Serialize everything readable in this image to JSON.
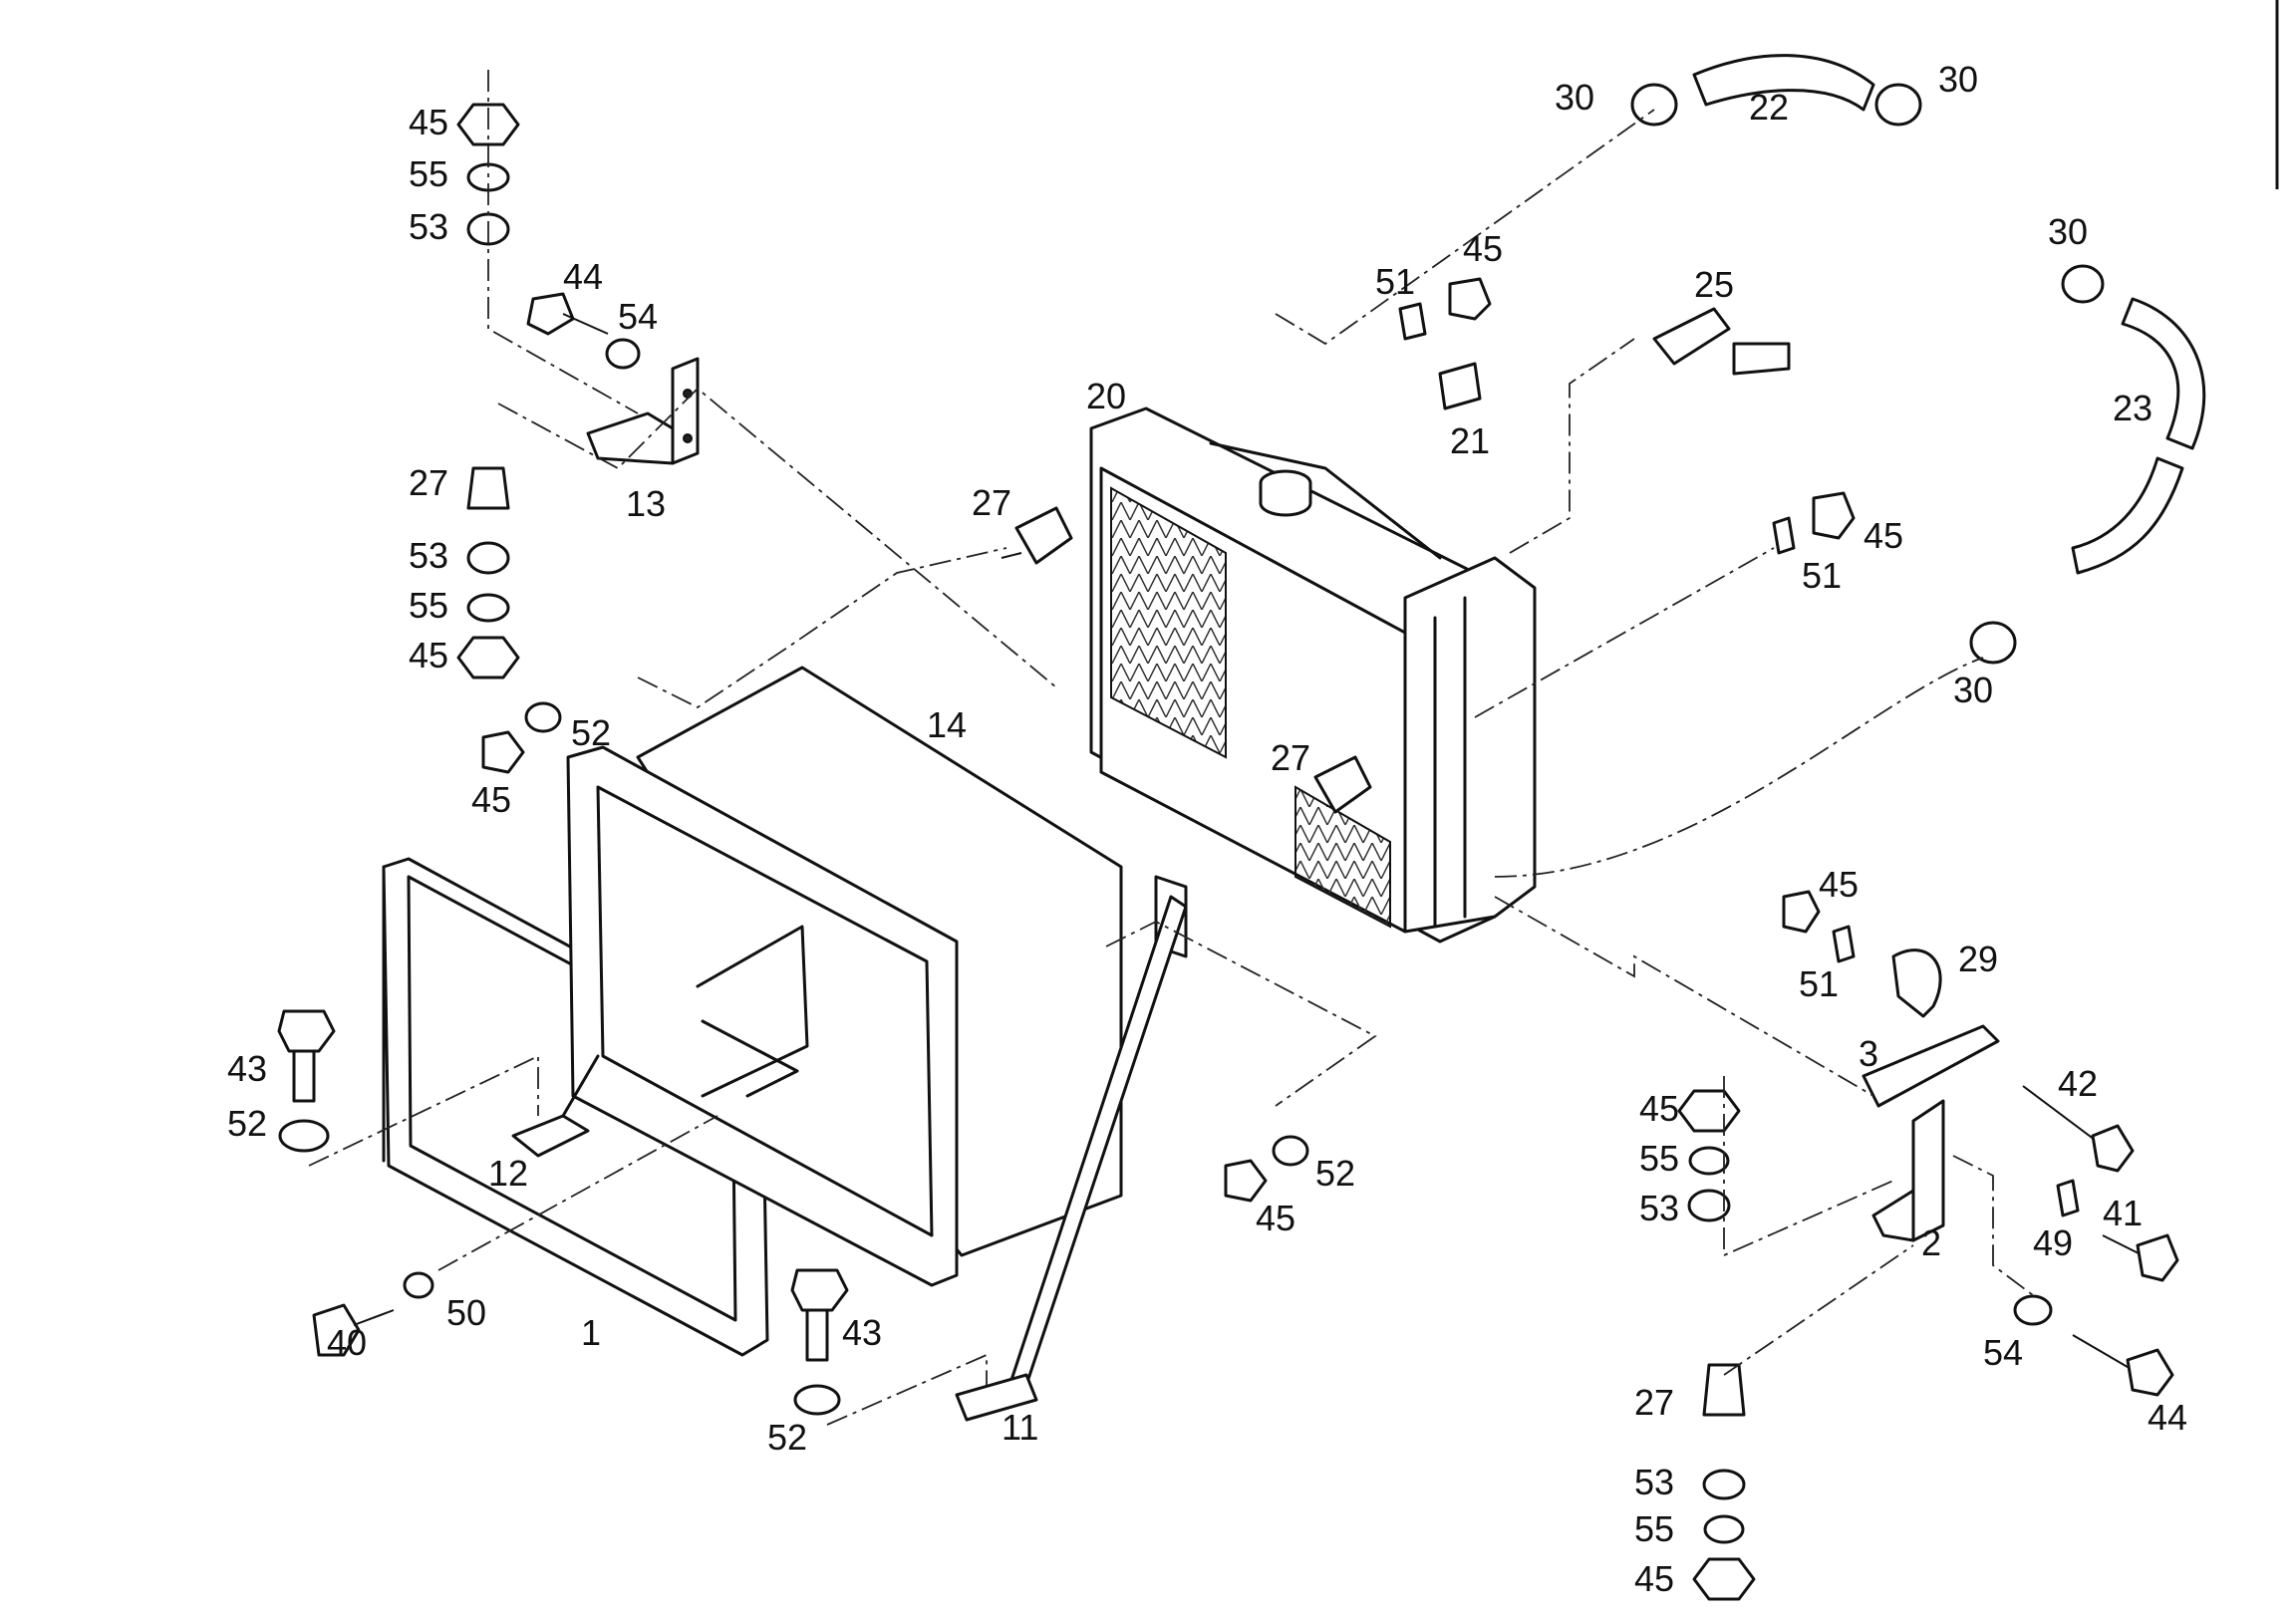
{
  "diagram": {
    "labels": [
      {
        "id": "p45-a",
        "text": "45"
      },
      {
        "id": "p55-a",
        "text": "55"
      },
      {
        "id": "p53-a",
        "text": "53"
      },
      {
        "id": "p44-a",
        "text": "44"
      },
      {
        "id": "p54-a",
        "text": "54"
      },
      {
        "id": "p13",
        "text": "13"
      },
      {
        "id": "p27-a",
        "text": "27"
      },
      {
        "id": "p53-b",
        "text": "53"
      },
      {
        "id": "p55-b",
        "text": "55"
      },
      {
        "id": "p45-b",
        "text": "45"
      },
      {
        "id": "p52-a",
        "text": "52"
      },
      {
        "id": "p45-c",
        "text": "45"
      },
      {
        "id": "p14",
        "text": "14"
      },
      {
        "id": "p43-a",
        "text": "43"
      },
      {
        "id": "p52-b",
        "text": "52"
      },
      {
        "id": "p12",
        "text": "12"
      },
      {
        "id": "p40",
        "text": "40"
      },
      {
        "id": "p50",
        "text": "50"
      },
      {
        "id": "p1",
        "text": "1"
      },
      {
        "id": "p43-b",
        "text": "43"
      },
      {
        "id": "p52-c",
        "text": "52"
      },
      {
        "id": "p11",
        "text": "11"
      },
      {
        "id": "p45-d",
        "text": "45"
      },
      {
        "id": "p52-d",
        "text": "52"
      },
      {
        "id": "p27-b",
        "text": "27"
      },
      {
        "id": "p20",
        "text": "20"
      },
      {
        "id": "p51-a",
        "text": "51"
      },
      {
        "id": "p45-e",
        "text": "45"
      },
      {
        "id": "p21",
        "text": "21"
      },
      {
        "id": "p27-c",
        "text": "27"
      },
      {
        "id": "p30-a",
        "text": "30"
      },
      {
        "id": "p22",
        "text": "22"
      },
      {
        "id": "p30-b",
        "text": "30"
      },
      {
        "id": "p25",
        "text": "25"
      },
      {
        "id": "p30-c",
        "text": "30"
      },
      {
        "id": "p23",
        "text": "23"
      },
      {
        "id": "p45-f",
        "text": "45"
      },
      {
        "id": "p51-b",
        "text": "51"
      },
      {
        "id": "p30-d",
        "text": "30"
      },
      {
        "id": "p45-g",
        "text": "45"
      },
      {
        "id": "p51-c",
        "text": "51"
      },
      {
        "id": "p29",
        "text": "29"
      },
      {
        "id": "p3",
        "text": "3"
      },
      {
        "id": "p42",
        "text": "42"
      },
      {
        "id": "p45-h",
        "text": "45"
      },
      {
        "id": "p55-c",
        "text": "55"
      },
      {
        "id": "p53-c",
        "text": "53"
      },
      {
        "id": "p2",
        "text": "2"
      },
      {
        "id": "p49",
        "text": "49"
      },
      {
        "id": "p41",
        "text": "41"
      },
      {
        "id": "p54-b",
        "text": "54"
      },
      {
        "id": "p44-b",
        "text": "44"
      },
      {
        "id": "p27-d",
        "text": "27"
      },
      {
        "id": "p53-d",
        "text": "53"
      },
      {
        "id": "p55-d",
        "text": "55"
      },
      {
        "id": "p45-i",
        "text": "45"
      }
    ]
  }
}
